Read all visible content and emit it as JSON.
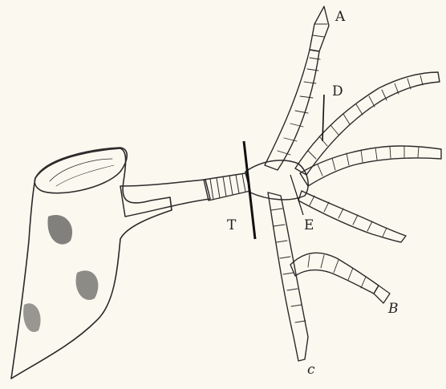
{
  "figure": {
    "labels": {
      "A": "A",
      "B": "B",
      "C": "c",
      "D": "D",
      "E": "E",
      "T": "T"
    }
  }
}
